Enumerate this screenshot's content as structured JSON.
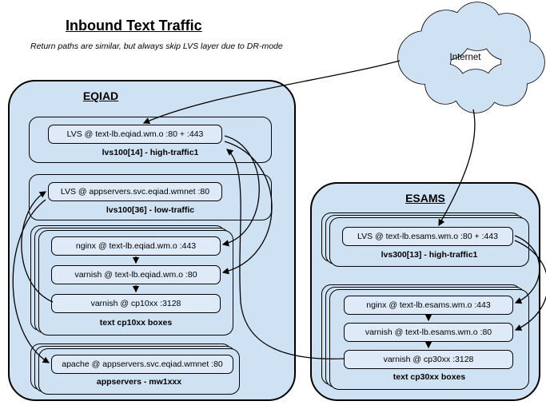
{
  "title": "Inbound Text Traffic",
  "subtitle": "Return paths are similar, but always skip LVS layer due to DR-mode",
  "internet": {
    "label": "Internet"
  },
  "eqiad": {
    "title": "EQIAD",
    "lvs_high_traffic": {
      "node": "LVS @ text-lb.eqiad.wm.o :80 + :443",
      "label": "lvs100[14] - high-traffic1"
    },
    "lvs_low_traffic": {
      "node": "LVS @ appservers.svc.eqiad.wmnet :80",
      "label": "lvs100[36] - low-traffic"
    },
    "text_cp_stack": {
      "label": "text cp10xx boxes",
      "nodes": [
        "nginx @ text-lb.eqiad.wm.o :443",
        "varnish @ text-lb.eqiad.wm.o :80",
        "varnish @ cp10xx :3128"
      ]
    },
    "appservers": {
      "label": "appservers - mw1xxx",
      "node": "apache @ appservers.svc.eqiad.wmnet :80"
    }
  },
  "esams": {
    "title": "ESAMS",
    "lvs_high_traffic": {
      "node": "LVS @ text-lb.esams.wm.o :80 + :443",
      "label": "lvs300[13] - high-traffic1"
    },
    "text_cp_stack": {
      "label": "text cp30xx boxes",
      "nodes": [
        "nginx @ text-lb.esams.wm.o :443",
        "varnish @ text-lb.esams.wm.o :80",
        "varnish @ cp30xx :3128"
      ]
    }
  },
  "colors": {
    "box_fill": "#cfe2f3",
    "node_fill": "#dfeaf8",
    "border": "#000000",
    "arrow": "#000000",
    "background": "#ffffff"
  }
}
